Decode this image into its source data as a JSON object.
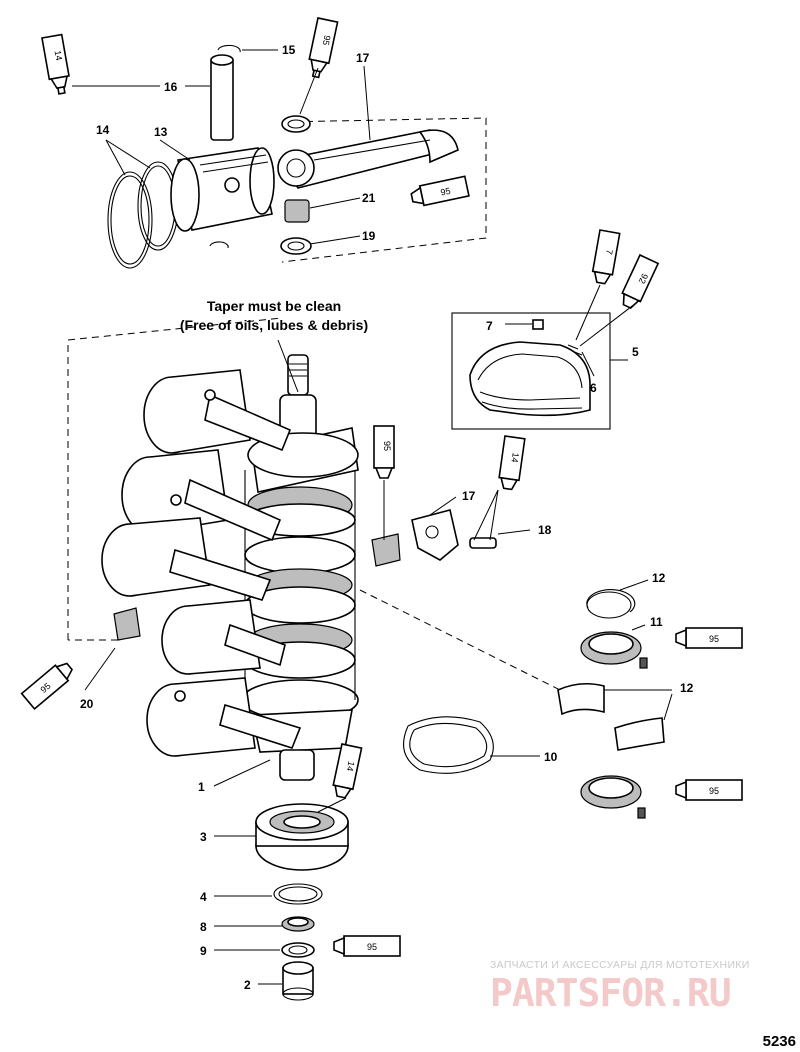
{
  "note": {
    "line1": "Taper must be clean",
    "line2": "(Free of oils, lubes & debris)"
  },
  "callouts": {
    "c1": "1",
    "c2": "2",
    "c3": "3",
    "c4": "4",
    "c5": "5",
    "c6": "6",
    "c7": "7",
    "c8": "8",
    "c9": "9",
    "c10": "10",
    "c11": "11",
    "c12a": "12",
    "c12b": "12",
    "c13": "13",
    "c14a": "14",
    "c15": "15",
    "c16": "16",
    "c17a": "17",
    "c17b": "17",
    "c18": "18",
    "c19": "19",
    "c20": "20",
    "c21": "21"
  },
  "lube_tubes": {
    "t_top_left": "14",
    "t_top_mid": "95",
    "t_rod": "95",
    "t_right_7": "7",
    "t_right_92": "92",
    "t_center_95": "95",
    "t_center_14": "14",
    "t_bottom_left": "95",
    "t_right_mid": "95",
    "t_right_low": "95",
    "t_bearing": "14",
    "t_bottom": "95"
  },
  "watermark": {
    "tagline": "ЗАПЧАСТИ И АКСЕССУАРЫ ДЛЯ МОТОТЕХНИКИ",
    "brand": "PARTSFOR.RU"
  },
  "figure_number": "5236"
}
